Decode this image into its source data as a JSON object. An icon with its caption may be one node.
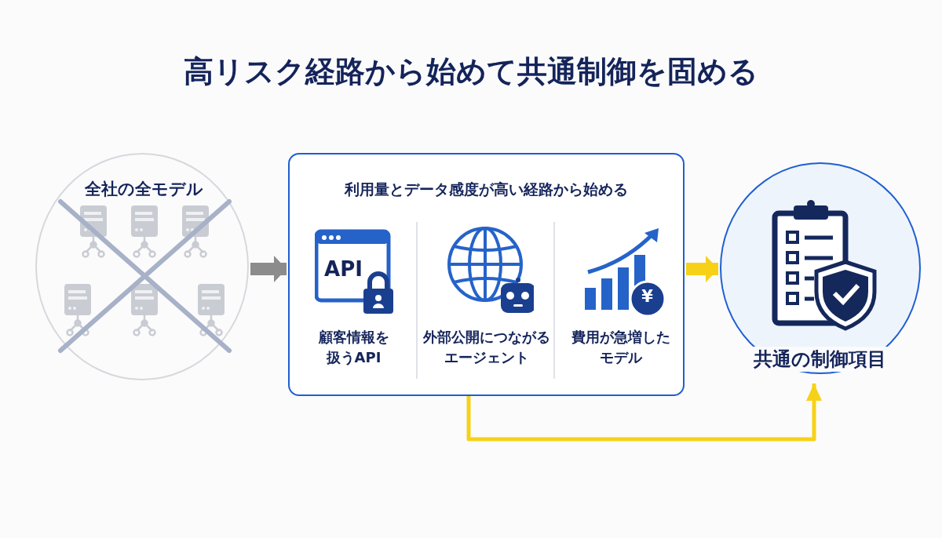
{
  "diagram": {
    "title": "高リスク経路から始めて共通制御を固める",
    "nodes": [
      {
        "text": [
          "全社の全モデル"
        ]
      },
      {
        "text": [
          "利用量とデータ感度が高い経路から始める"
        ]
      },
      {
        "text": [
          "顧客情報を扱うAPI"
        ],
        "in": 1
      },
      {
        "text": [
          "外部公開につながるエージェント"
        ],
        "in": 1
      },
      {
        "text": [
          "費用が急増したモデル"
        ],
        "in": 1
      },
      {
        "text": [
          "共通の制御項目"
        ]
      }
    ],
    "edges": [
      {
        "from": 0,
        "to": 1,
        "arrow": "to",
        "color": "#8c8c8c"
      },
      {
        "from": 1,
        "to": 5,
        "arrow": "to"
      },
      {
        "from": 1,
        "to": 5,
        "arrow": "to"
      }
    ],
    "labels": [
      "API",
      "¥"
    ]
  }
}
